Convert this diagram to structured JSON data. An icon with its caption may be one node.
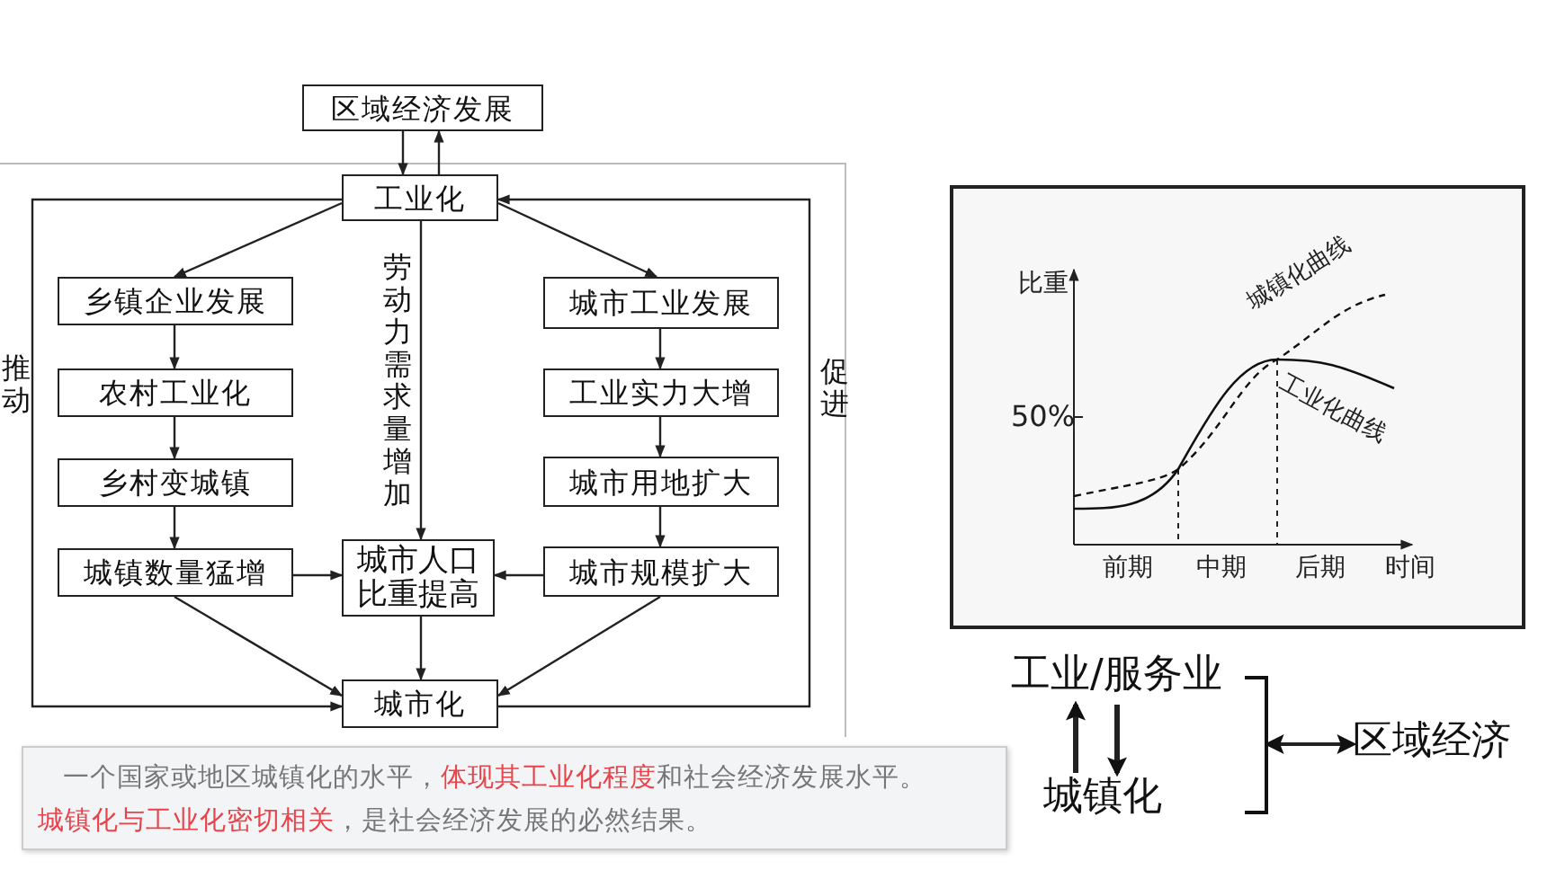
{
  "diagram": {
    "nodes": [
      {
        "text": [
          "区域经济发展"
        ]
      },
      {
        "text": [
          "工业化"
        ]
      },
      {
        "text": [
          "乡镇企业发展"
        ]
      },
      {
        "text": [
          "城市工业发展"
        ]
      },
      {
        "text": [
          "农村工业化"
        ]
      },
      {
        "text": [
          "工业实力大增"
        ]
      },
      {
        "text": [
          "乡村变城镇"
        ]
      },
      {
        "text": [
          "城市用地扩大"
        ]
      },
      {
        "text": [
          "城镇数量猛增"
        ]
      },
      {
        "text": [
          "城市人口比重提高"
        ]
      },
      {
        "text": [
          "城市规模扩大"
        ]
      },
      {
        "text": [
          "城市化"
        ]
      },
      {
        "text": [
          "工业/服务业"
        ]
      },
      {
        "text": [
          "城镇化"
        ]
      },
      {
        "text": [
          "区域经济"
        ]
      },
      {
        "text": [],
        "shape": "bracket"
      }
    ],
    "edges": [
      {
        "from": 0,
        "to": 1,
        "arrow": "to"
      },
      {
        "from": 1,
        "to": 0,
        "arrow": "to"
      },
      {
        "from": 1,
        "to": 2,
        "arrow": "to"
      },
      {
        "from": 1,
        "to": 3,
        "arrow": "to"
      },
      {
        "from": 2,
        "to": 4,
        "arrow": "to"
      },
      {
        "from": 4,
        "to": 6,
        "arrow": "to"
      },
      {
        "from": 6,
        "to": 8,
        "arrow": "to"
      },
      {
        "from": 3,
        "to": 5,
        "arrow": "to"
      },
      {
        "from": 5,
        "to": 7,
        "arrow": "to"
      },
      {
        "from": 7,
        "to": 10,
        "arrow": "to"
      },
      {
        "from": 1,
        "to": 9,
        "arrow": "to",
        "label": "劳动力需求量增加"
      },
      {
        "from": 8,
        "to": 9,
        "arrow": "to"
      },
      {
        "from": 10,
        "to": 9,
        "arrow": "to"
      },
      {
        "from": 8,
        "to": 11,
        "arrow": "to"
      },
      {
        "from": 9,
        "to": 11,
        "arrow": "to"
      },
      {
        "from": 10,
        "to": 11,
        "arrow": "to"
      },
      {
        "from": 1,
        "to": 11,
        "arrow": "to",
        "label": "推动"
      },
      {
        "from": 11,
        "to": 1,
        "arrow": "to",
        "label": "促进"
      },
      {
        "from": 13,
        "to": 12,
        "arrow": "to",
        "style": "thick"
      },
      {
        "from": 12,
        "to": 13,
        "arrow": "to",
        "style": "thick"
      },
      {
        "from": 15,
        "to": 14,
        "arrow": "both"
      }
    ],
    "labels": [
      "比重",
      "城镇化曲线",
      "工业化曲线",
      "50%",
      "前期",
      "中期",
      "后期",
      "时间",
      "一个国家或地区城镇化的水平，",
      "体现其工业化程度",
      "和社会经济发展水平。",
      "城镇化与工业化密切相关",
      "，是社会经济发展的必然结果。"
    ]
  }
}
